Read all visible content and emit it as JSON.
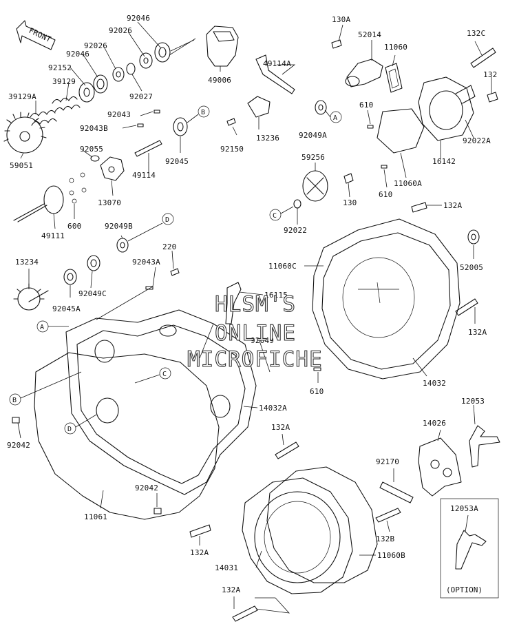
{
  "watermark": [
    "HLSM'S",
    "ONLINE",
    "MICROFICHE"
  ],
  "front_label": "FRONT",
  "option_label": "(OPTION)",
  "ref_letters": [
    "A",
    "B",
    "C",
    "D"
  ],
  "labels": {
    "p92046_top": "92046",
    "p92026_top": "92026",
    "p92026": "92026",
    "p92046": "92046",
    "p92152": "92152",
    "p39129": "39129",
    "p39129A": "39129A",
    "p59051": "59051",
    "p49006": "49006",
    "p92027": "92027",
    "p92043": "92043",
    "p92043B": "92043B",
    "p92055": "92055",
    "p13070": "13070",
    "p49114": "49114",
    "p92045": "92045",
    "p49111": "49111",
    "p600": "600",
    "p92049B": "92049B",
    "p220": "220",
    "p92043A": "92043A",
    "p13234": "13234",
    "p92049C": "92049C",
    "p92045A": "92045A",
    "p16115": "16115",
    "p92049": "92049",
    "p49114A": "49114A",
    "p13236": "13236",
    "p92150": "92150",
    "p92049A": "92049A",
    "p130A": "130A",
    "p52014": "52014",
    "p11060": "11060",
    "p132C": "132C",
    "p132": "132",
    "p610_a": "610",
    "p92022A": "92022A",
    "p16142": "16142",
    "p11060A": "11060A",
    "p610_b": "610",
    "p59256": "59256",
    "p130": "130",
    "p92022": "92022",
    "p132A_top": "132A",
    "p11060C": "11060C",
    "p52005": "52005",
    "p132A_right": "132A",
    "p610_c": "610",
    "p14032": "14032",
    "p14032A": "14032A",
    "p132A_mid": "132A",
    "p92042_left": "92042",
    "p92042_mid": "92042",
    "p11061": "11061",
    "p132A_low": "132A",
    "p14031": "14031",
    "p11060B": "11060B",
    "p132A_bottom": "132A",
    "p92170": "92170",
    "p132B": "132B",
    "p14026": "14026",
    "p12053": "12053",
    "p12053A": "12053A"
  }
}
